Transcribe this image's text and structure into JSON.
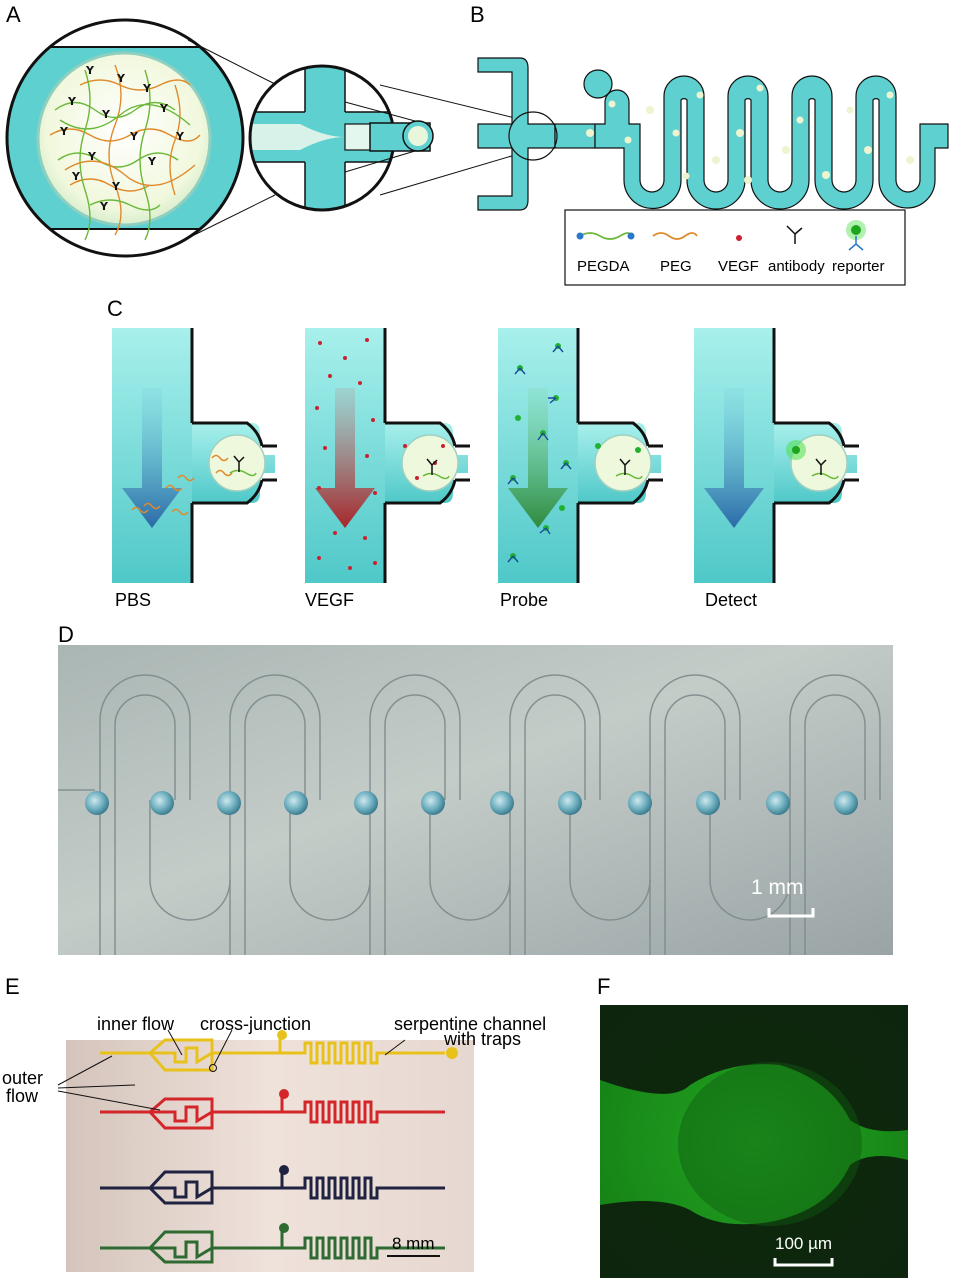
{
  "panels": {
    "a": {
      "letter": "A"
    },
    "b": {
      "letter": "B"
    },
    "c": {
      "letter": "C",
      "steps": [
        "PBS",
        "VEGF",
        "Probe",
        "Detect"
      ]
    },
    "d": {
      "letter": "D",
      "scale_label": "1 mm"
    },
    "e": {
      "letter": "E",
      "labels": {
        "inner_flow": "inner flow",
        "cross_junction": "cross-junction",
        "serpentine_1": "serpentine channel",
        "serpentine_2": "with traps",
        "outer_1": "outer",
        "outer_2": "flow"
      },
      "scale_label": "8 mm",
      "channel_colors": [
        "#e8c21a",
        "#d4262a",
        "#1f2240",
        "#2e6b32"
      ]
    },
    "f": {
      "letter": "F",
      "scale_label": "100 µm"
    }
  },
  "legend": {
    "items": [
      {
        "label": "PEGDA",
        "icon": "pegda-icon"
      },
      {
        "label": "PEG",
        "icon": "peg-icon"
      },
      {
        "label": "VEGF",
        "icon": "vegf-dot-icon"
      },
      {
        "label": "antibody",
        "icon": "antibody-icon"
      },
      {
        "label": "reporter",
        "icon": "reporter-icon"
      }
    ]
  },
  "colors": {
    "channel": "#5fd0d0",
    "channel_light": "#a8ecec",
    "bead": "#eef8da",
    "arrow_blue": "#2b69a8",
    "arrow_red": "#a8262a",
    "arrow_green": "#2e8a3c",
    "dot_red": "#cc2030",
    "fluor_green": "#1a9a1a"
  }
}
